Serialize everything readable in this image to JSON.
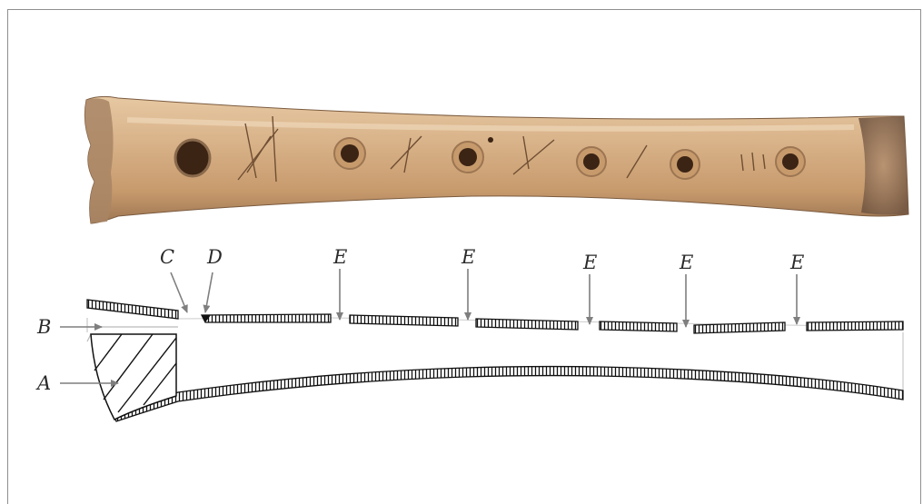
{
  "figure": {
    "photo": {
      "subject": "bone-flute-photograph",
      "colors": {
        "bone_light": "#d9b58d",
        "bone_mid": "#c89868",
        "bone_dark": "#8a6a4c",
        "hole": "#3b2414"
      }
    },
    "diagram": {
      "labels": {
        "A": "A",
        "B": "B",
        "C": "C",
        "D": "D",
        "E": [
          "E",
          "E",
          "E",
          "E",
          "E"
        ]
      },
      "colors": {
        "arrow": "#7f7f7f",
        "line": "#222222",
        "frame": "#8f8f8f"
      }
    }
  }
}
